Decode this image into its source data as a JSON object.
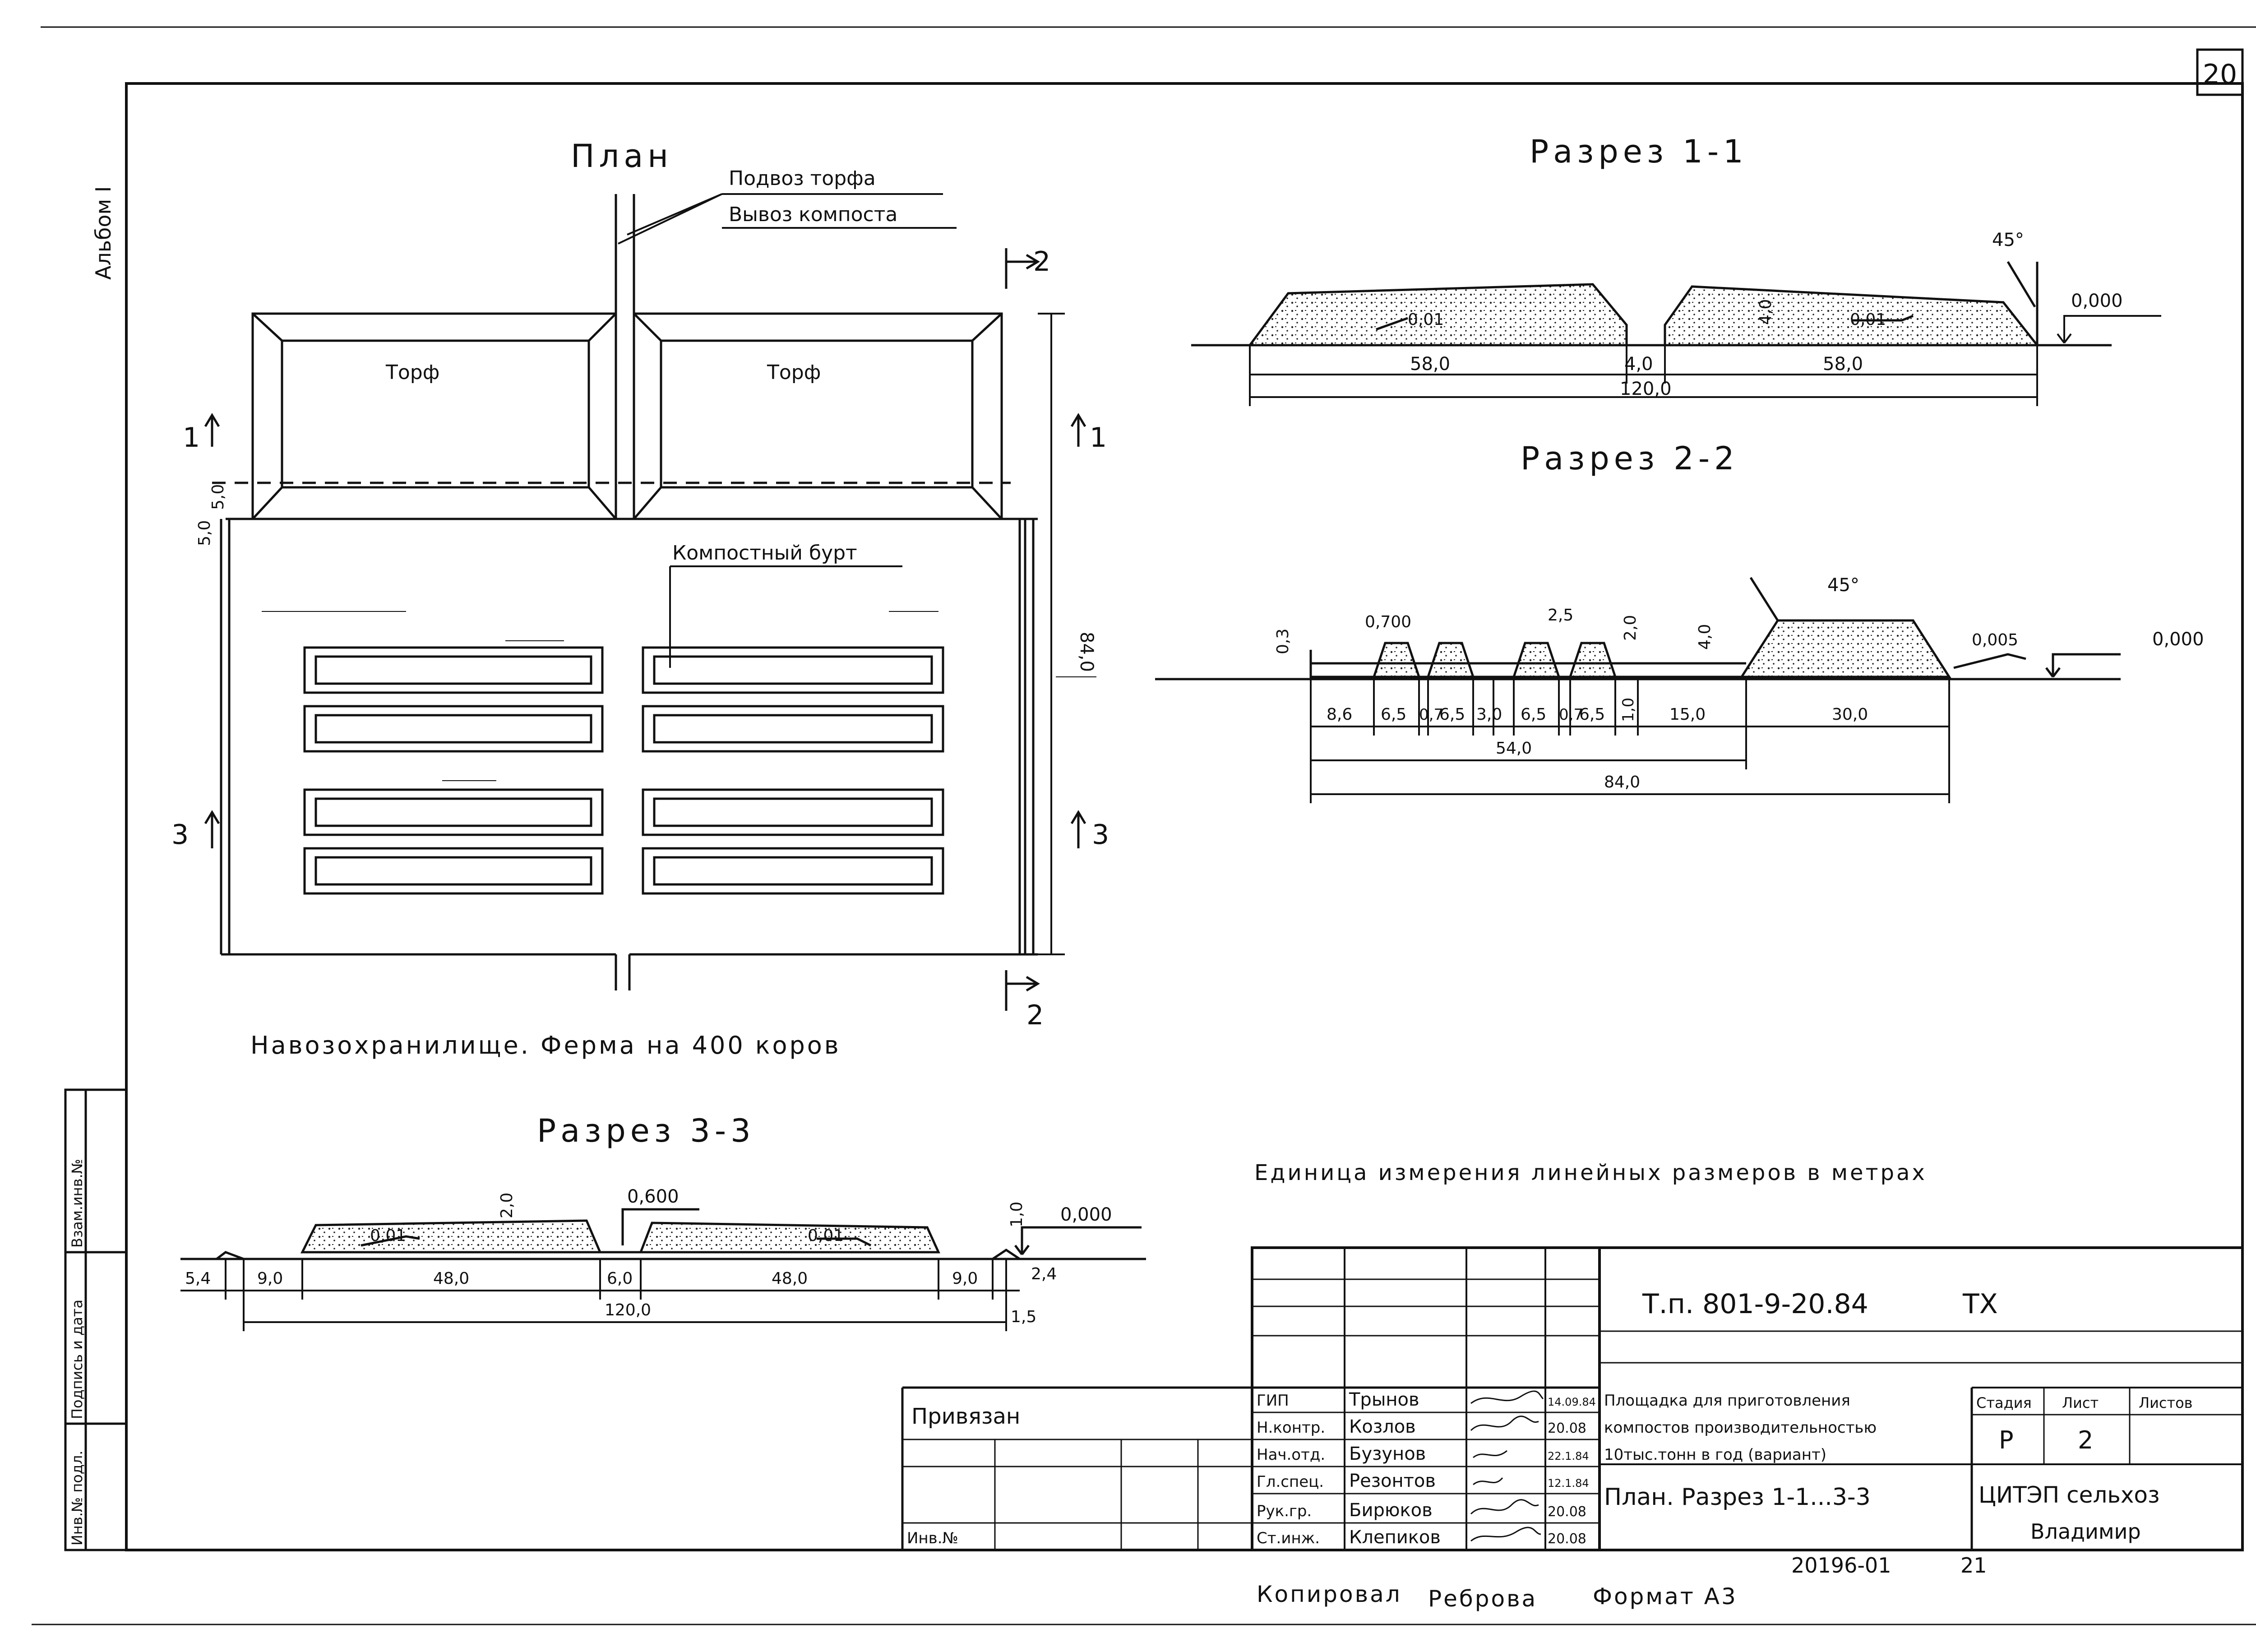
{
  "sheet": {
    "page_number": "20",
    "album": "Альбом I",
    "copied_by": "Копировал",
    "copier_name": "Реброва",
    "format": "Формат A3",
    "archive_number": "20196-01",
    "archive_sheet": "21",
    "units_note": "Единица измерения линейных размеров в метрах"
  },
  "plan": {
    "title": "План",
    "caption": "Навозохранилище. Ферма на 400 коров",
    "peat_label_left": "Торф",
    "peat_label_right": "Торф",
    "peat_delivery": "Подвоз торфа",
    "compost_removal": "Вывоз компоста",
    "compost_pile_label": "Компостный бурт",
    "dim_84": "84,0",
    "dim_50": "5,0",
    "dim_50b": "5,0",
    "cut1": "1",
    "cut2": "2",
    "cut3": "3"
  },
  "section_1_1": {
    "title": "Разрез 1-1",
    "angle": "45°",
    "level": "0,000",
    "slope_left": "0,01",
    "slope_right": "0,01",
    "height": "4,0",
    "dim_left": "58,0",
    "dim_mid": "4,0",
    "dim_right": "58,0",
    "dim_total": "120,0"
  },
  "section_2_2": {
    "title": "Разрез 2-2",
    "angle": "45°",
    "level": "0,000",
    "slope": "0,005",
    "mark_700": "0,700",
    "h_03": "0,3",
    "w_25": "2,5",
    "h_20": "2,0",
    "h_40": "4,0",
    "dims": [
      "8,6",
      "6,5",
      "0,7",
      "6,5",
      "3,0",
      "6,5",
      "0,7",
      "6,5",
      "1,0",
      "15,0",
      "30,0"
    ],
    "dim_54": "54,0",
    "dim_84": "84,0"
  },
  "section_3_3": {
    "title": "Разрез 3-3",
    "level": "0,000",
    "mark_600": "0,600",
    "slope_left": "0,01",
    "slope_right": "0,01",
    "h_20": "2,0",
    "h_10": "1,0",
    "dims": [
      "5,4",
      "9,0",
      "48,0",
      "6,0",
      "48,0",
      "9,0",
      "2,4"
    ],
    "dim_total": "120,0",
    "dim_15": "1,5"
  },
  "title_block": {
    "code": "Т.п. 801-9-20.84",
    "mark": "ТХ",
    "bound": "Привязан",
    "inv_label": "Инв.№",
    "roles": [
      "ГИП",
      "Н.контр.",
      "Нач.отд.",
      "Гл.спец.",
      "Рук.гр.",
      "Ст.инж."
    ],
    "names": [
      "Трынов",
      "Козлов",
      "Бузунов",
      "Резонтов",
      "Бирюков",
      "Клепиков"
    ],
    "dates": [
      "14.09.84",
      "20.08",
      "22.1.84",
      "12.1.84",
      "20.08",
      "20.08"
    ],
    "description": [
      "Площадка для приготовления",
      "компостов производительностью",
      "10тыс.тонн в год (вариант)"
    ],
    "sheet_title": "План. Разрез 1-1...3-3",
    "stage_label": "Стадия",
    "sheet_label": "Лист",
    "sheets_label": "Листов",
    "stage": "Р",
    "sheet_no": "2",
    "org": "ЦИТЭП сельхоз",
    "city": "Владимир"
  },
  "side_stamp": [
    "Инв.№ подл.",
    "Подпись и дата",
    "Взам.инв.№"
  ]
}
